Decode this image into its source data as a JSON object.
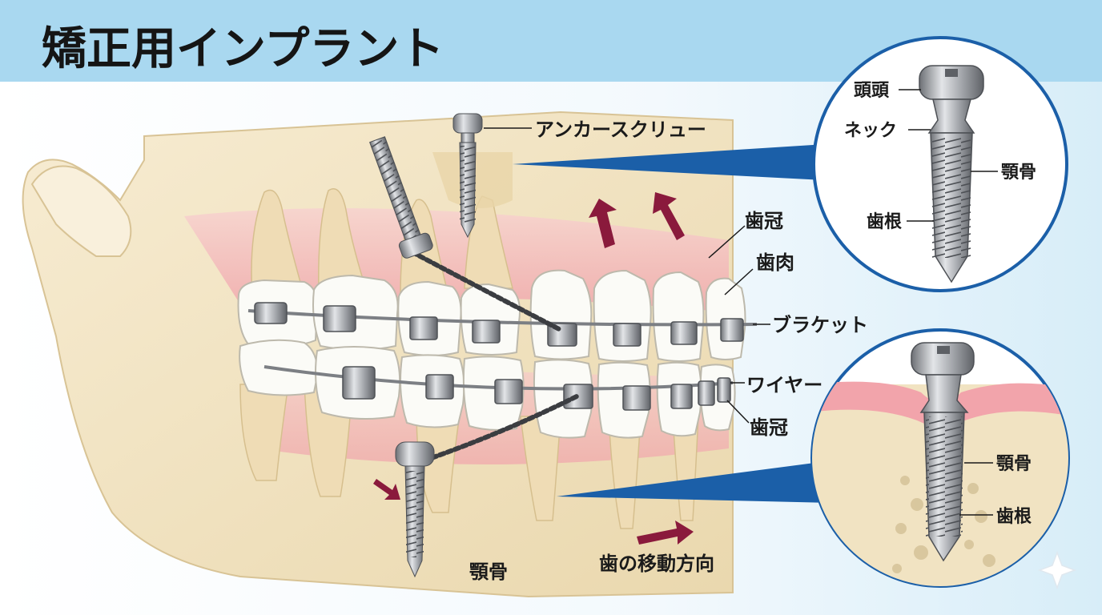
{
  "title": "矯正用インプラント",
  "labels": {
    "anchor_screw": "アンカースクリュー",
    "crown_upper": "歯冠",
    "gum": "歯肉",
    "bracket": "ブラケット",
    "wire": "ワイヤー",
    "crown_lower": "歯冠",
    "jawbone_bottom": "顎骨",
    "movement_direction": "歯の移動方向"
  },
  "inset_top": {
    "head": "頭頭",
    "neck": "ネック",
    "jawbone": "顎骨",
    "root": "歯根"
  },
  "inset_bottom": {
    "jawbone": "顎骨",
    "root": "歯根"
  },
  "colors": {
    "header_bg": "#a9d8f0",
    "accent_blue": "#1b5fa8",
    "arrow": "#8a1a3c",
    "bone": "#f4e7c8",
    "gum": "#f2b2b4",
    "metal": "#8c8f94"
  }
}
